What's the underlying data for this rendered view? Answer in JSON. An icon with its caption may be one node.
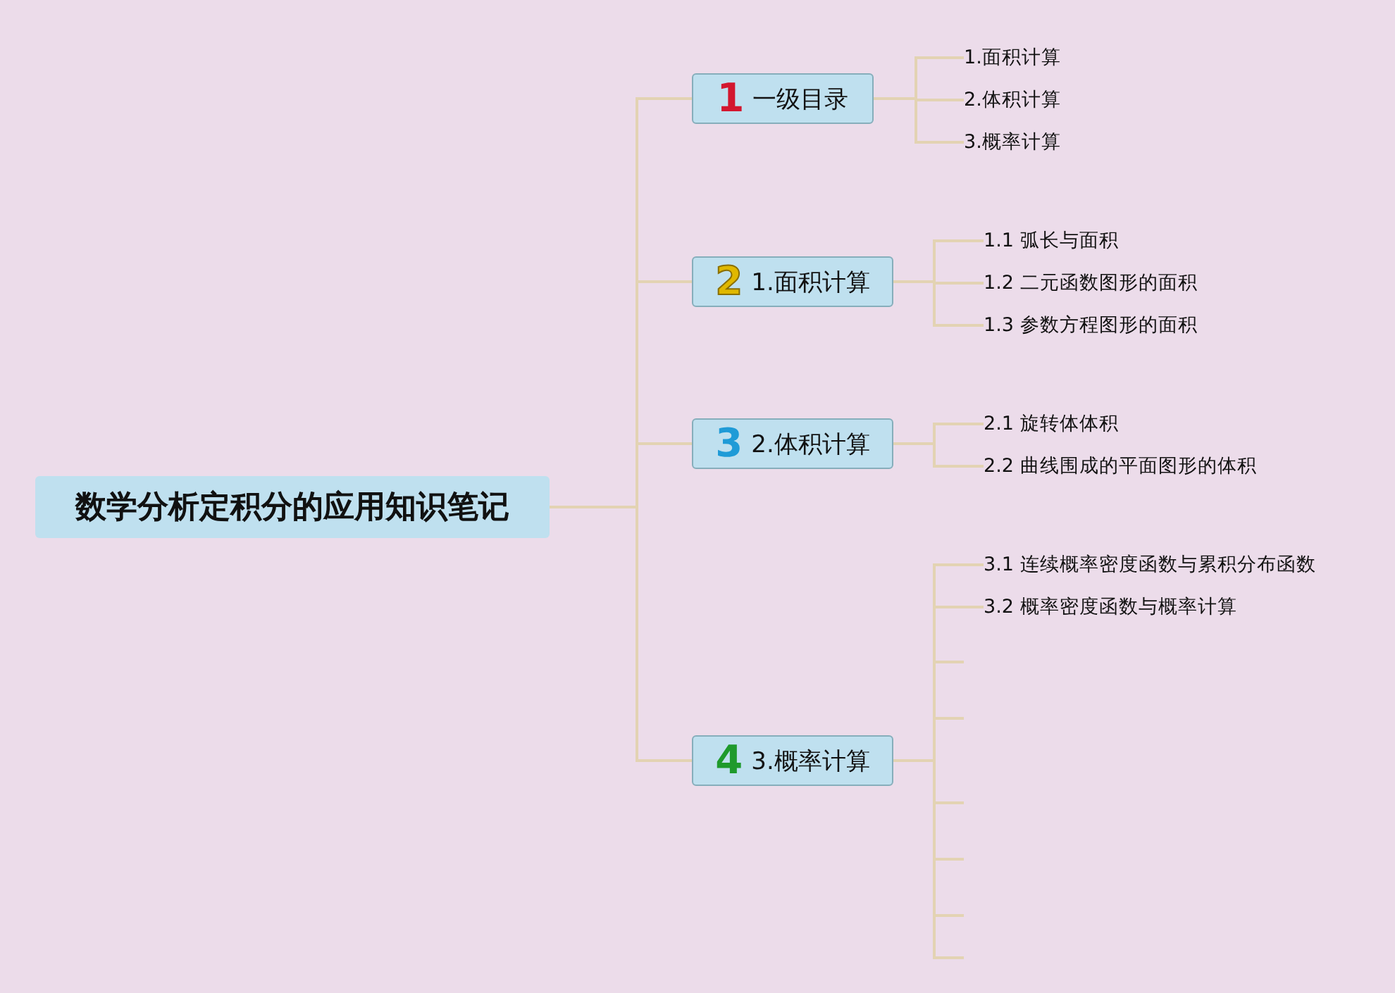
{
  "diagram": {
    "nodes": [
      {
        "text": [
          "数学分析定积分的应用知识笔记"
        ]
      },
      {
        "text": [
          "1",
          "一级目录"
        ]
      },
      {
        "text": [
          "2",
          "1.面积计算"
        ]
      },
      {
        "text": [
          "3",
          "2.体积计算"
        ]
      },
      {
        "text": [
          "4",
          "3.概率计算"
        ]
      },
      {
        "text": [
          "1.面积计算"
        ]
      },
      {
        "text": [
          "2.体积计算"
        ]
      },
      {
        "text": [
          "3.概率计算"
        ]
      },
      {
        "text": [
          "1.1 弧长与面积"
        ]
      },
      {
        "text": [
          "1.2 二元函数图形的面积"
        ]
      },
      {
        "text": [
          "1.3 参数方程图形的面积"
        ]
      },
      {
        "text": [
          "2.1 旋转体体积"
        ]
      },
      {
        "text": [
          "2.2 曲线围成的平面图形的体积"
        ]
      },
      {
        "text": [
          "3.1 连续概率密度函数与累积分布函数"
        ]
      },
      {
        "text": [
          "3.2 概率密度函数与概率计算"
        ]
      }
    ],
    "edges": [
      {
        "from": 0,
        "to": 1,
        "arrow": "none"
      },
      {
        "from": 0,
        "to": 2,
        "arrow": "none"
      },
      {
        "from": 0,
        "to": 3,
        "arrow": "none"
      },
      {
        "from": 0,
        "to": 4,
        "arrow": "none"
      },
      {
        "from": 1,
        "to": 5,
        "arrow": "none"
      },
      {
        "from": 1,
        "to": 6,
        "arrow": "none"
      },
      {
        "from": 1,
        "to": 7,
        "arrow": "none"
      },
      {
        "from": 2,
        "to": 8,
        "arrow": "none"
      },
      {
        "from": 2,
        "to": 9,
        "arrow": "none"
      },
      {
        "from": 2,
        "to": 10,
        "arrow": "none"
      },
      {
        "from": 3,
        "to": 11,
        "arrow": "none"
      },
      {
        "from": 3,
        "to": 12,
        "arrow": "none"
      },
      {
        "from": 4,
        "to": 13,
        "arrow": "none"
      },
      {
        "from": 4,
        "to": 14,
        "arrow": "none"
      },
      {
        "from": 4,
        "to": null,
        "arrow": "none"
      },
      {
        "from": 4,
        "to": null,
        "arrow": "none"
      },
      {
        "from": 4,
        "to": null,
        "arrow": "none"
      },
      {
        "from": 4,
        "to": null,
        "arrow": "none"
      },
      {
        "from": 4,
        "to": null,
        "arrow": "none"
      },
      {
        "from": 4,
        "to": null,
        "arrow": "none"
      }
    ]
  }
}
